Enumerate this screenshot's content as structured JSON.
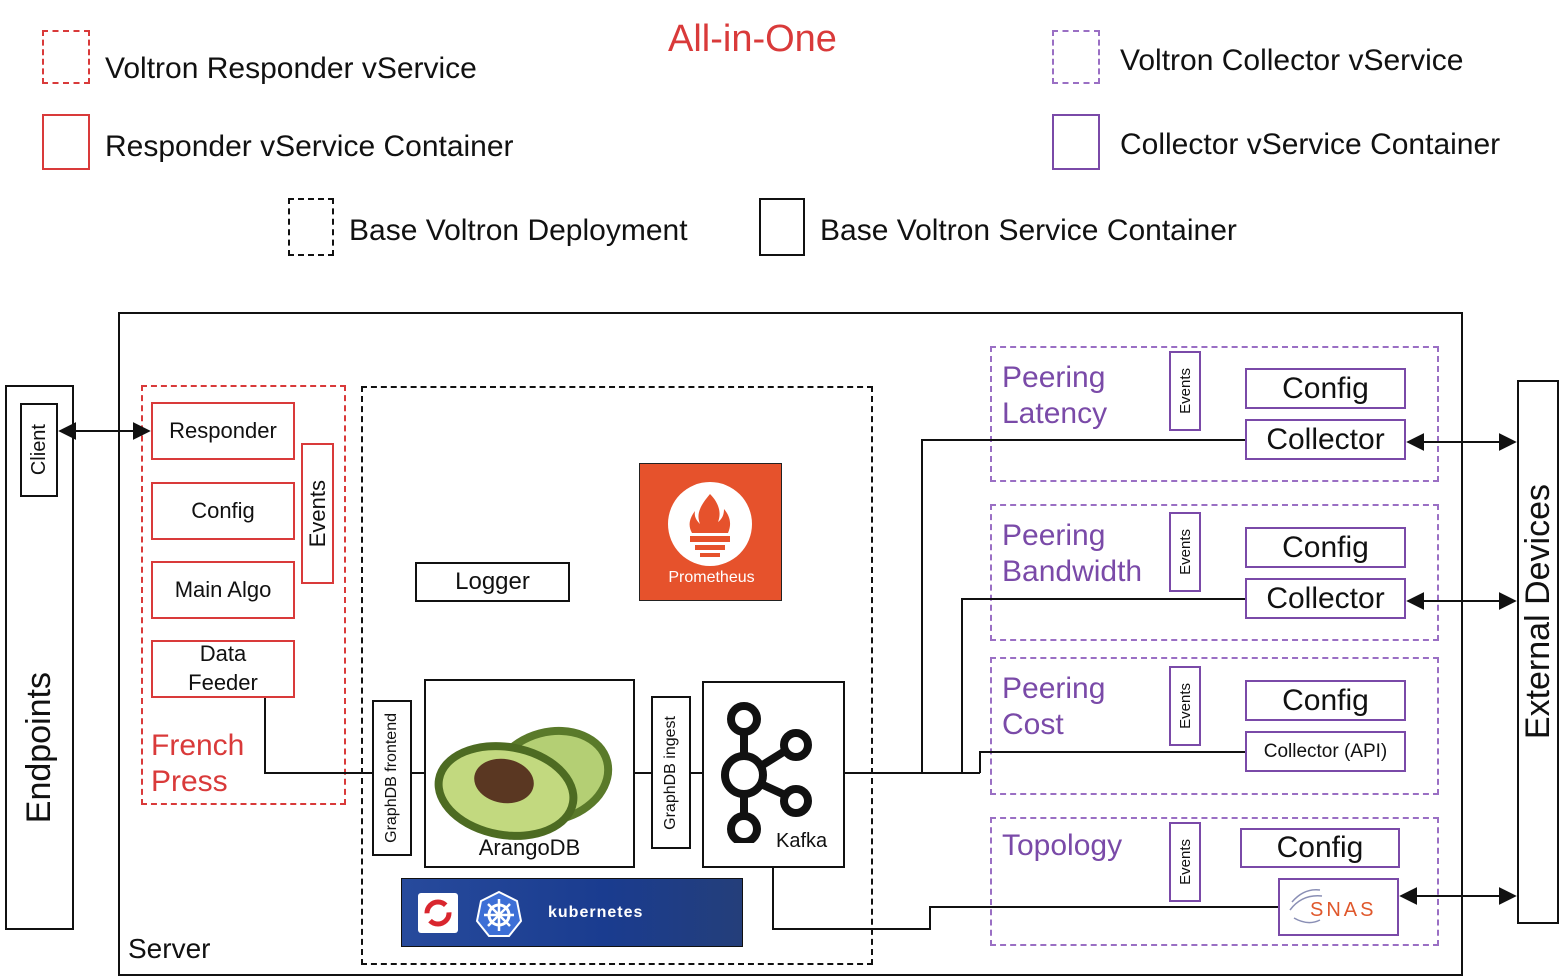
{
  "title": "All-in-One",
  "legend": {
    "responder_vservice": "Voltron Responder vService",
    "responder_container": "Responder vService Container",
    "collector_vservice": "Voltron Collector vService",
    "collector_container": "Collector vService Container",
    "base_deployment": "Base Voltron Deployment",
    "base_container": "Base Voltron Service Container"
  },
  "endpoints": {
    "label": "Endpoints",
    "client": "Client"
  },
  "server": {
    "label": "Server"
  },
  "french_press": {
    "name": "French Press",
    "responder": "Responder",
    "config": "Config",
    "main_algo": "Main Algo",
    "data_feeder": "Data Feeder",
    "events": "Events"
  },
  "base": {
    "logger": "Logger",
    "prometheus": "Prometheus",
    "graphdb_frontend": "GraphDB frontend",
    "arangodb": "ArangoDB",
    "graphdb_ingest": "GraphDB ingest",
    "kafka": "Kafka",
    "kubernetes": "kubernetes"
  },
  "collectors": [
    {
      "name": "Peering Latency",
      "events": "Events",
      "config": "Config",
      "collector": "Collector"
    },
    {
      "name": "Peering Bandwidth",
      "events": "Events",
      "config": "Config",
      "collector": "Collector"
    },
    {
      "name": "Peering Cost",
      "events": "Events",
      "config": "Config",
      "collector": "Collector (API)"
    },
    {
      "name": "Topology",
      "events": "Events",
      "config": "Config",
      "collector": "SNAS"
    }
  ],
  "external_devices": "External Devices",
  "colors": {
    "responder": "#d93a3a",
    "collector": "#7a4aa8",
    "base": "#111111",
    "prometheus": "#e6522c",
    "kubernetes": "#1a3c8f"
  }
}
